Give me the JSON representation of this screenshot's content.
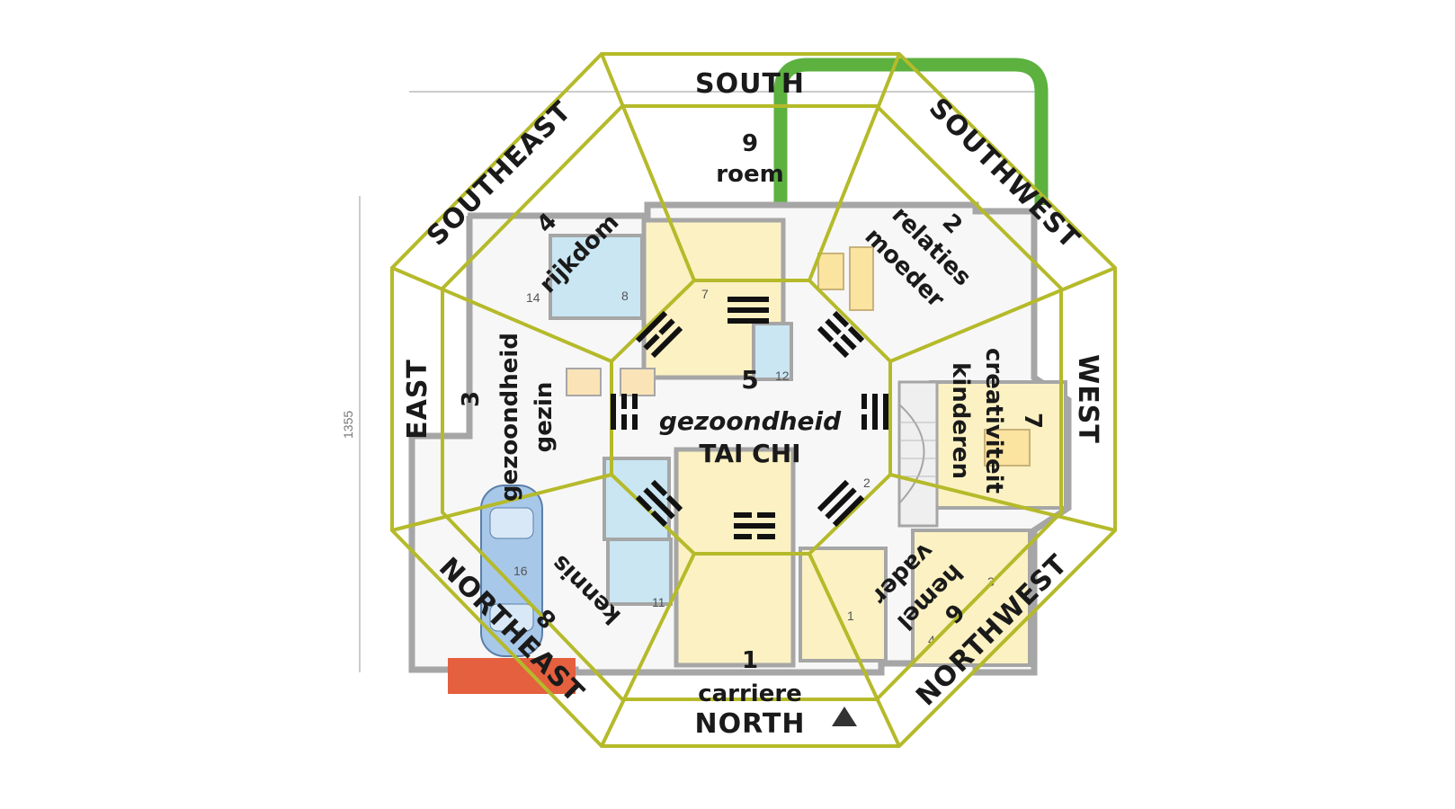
{
  "colors": {
    "bagua_line": "#b5ba2a",
    "room_fill": "#fbf1c2",
    "bath_fill": "#c9e6f2",
    "wall": "#a6a6a6",
    "green_path": "#5cb13f",
    "red_block": "#e4603f",
    "car": "#a8c8ea",
    "text": "#1a1a1a"
  },
  "directions": {
    "south": "SOUTH",
    "southwest": "SOUTHWEST",
    "west": "WEST",
    "northwest": "NORTHWEST",
    "north": "NORTH",
    "northeast": "NORTHEAST",
    "east": "EAST",
    "southeast": "SOUTHEAST"
  },
  "zones": {
    "south": {
      "number": "9",
      "label": "roem"
    },
    "southwest": {
      "number": "2",
      "label1": "relaties",
      "label2": "moeder"
    },
    "west": {
      "number": "7",
      "label1": "creativiteit",
      "label2": "kinderen"
    },
    "northwest": {
      "number": "6",
      "label1": "hemel",
      "label2": "vader"
    },
    "north": {
      "number": "1",
      "label": "carriere"
    },
    "northeast": {
      "number": "8",
      "label": "kennis"
    },
    "east": {
      "number": "3",
      "label1": "gezoondheid",
      "label2": "gezin"
    },
    "southeast": {
      "number": "4",
      "label": "rijkdom"
    }
  },
  "center": {
    "number": "5",
    "label": "gezoondheid",
    "sublabel": "TAI CHI"
  },
  "room_numbers": [
    "7",
    "8",
    "14",
    "12",
    "2",
    "16",
    "11",
    "3",
    "1",
    "4"
  ],
  "dimension_label": "1355",
  "icons": [
    "trigram-icon",
    "car-icon",
    "staircase-icon",
    "north-arrow-icon"
  ]
}
